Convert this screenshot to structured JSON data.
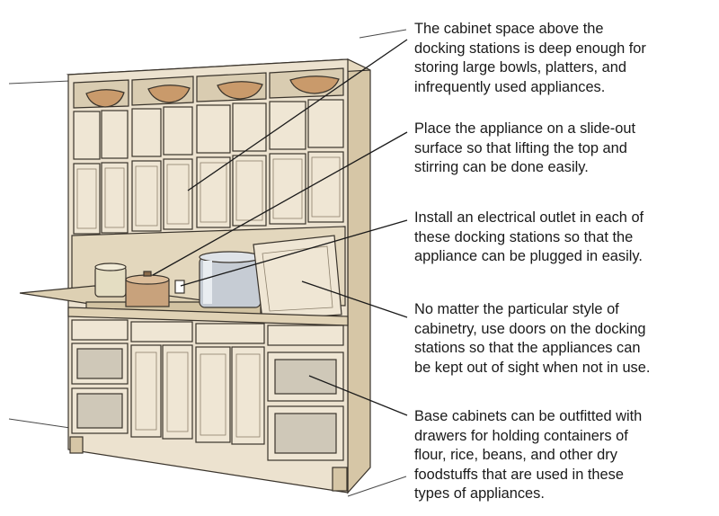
{
  "callouts": [
    {
      "id": "upper-cabinet",
      "text": "The cabinet space above the\ndocking stations is deep enough for\nstoring large bowls, platters, and\ninfrequently used appliances."
    },
    {
      "id": "slide-out",
      "text": "Place the appliance on a slide-out\nsurface so that lifting the top and\nstirring can be done easily."
    },
    {
      "id": "outlet",
      "text": "Install an electrical outlet in each of\nthese docking stations so that the\nappliance can be plugged in easily."
    },
    {
      "id": "doors",
      "text": "No matter the particular style of\ncabinetry, use doors on the docking\nstations so that the appliances can\nbe kept out of sight when not in use."
    },
    {
      "id": "base-drawers",
      "text": "Base cabinets can be outfitted with\ndrawers for holding containers of\nflour, rice, beans, and other dry\nfoodstuffs that are used in these\ntypes of appliances."
    }
  ],
  "colors": {
    "wood": "#ece2cf",
    "wood_shadow": "#d6c6a6",
    "line": "#3a342c",
    "glass": "#e7e2d6",
    "bowl": "#c99a6b",
    "steel": "#c6ccd4",
    "speckle": "#b8b2a4"
  }
}
